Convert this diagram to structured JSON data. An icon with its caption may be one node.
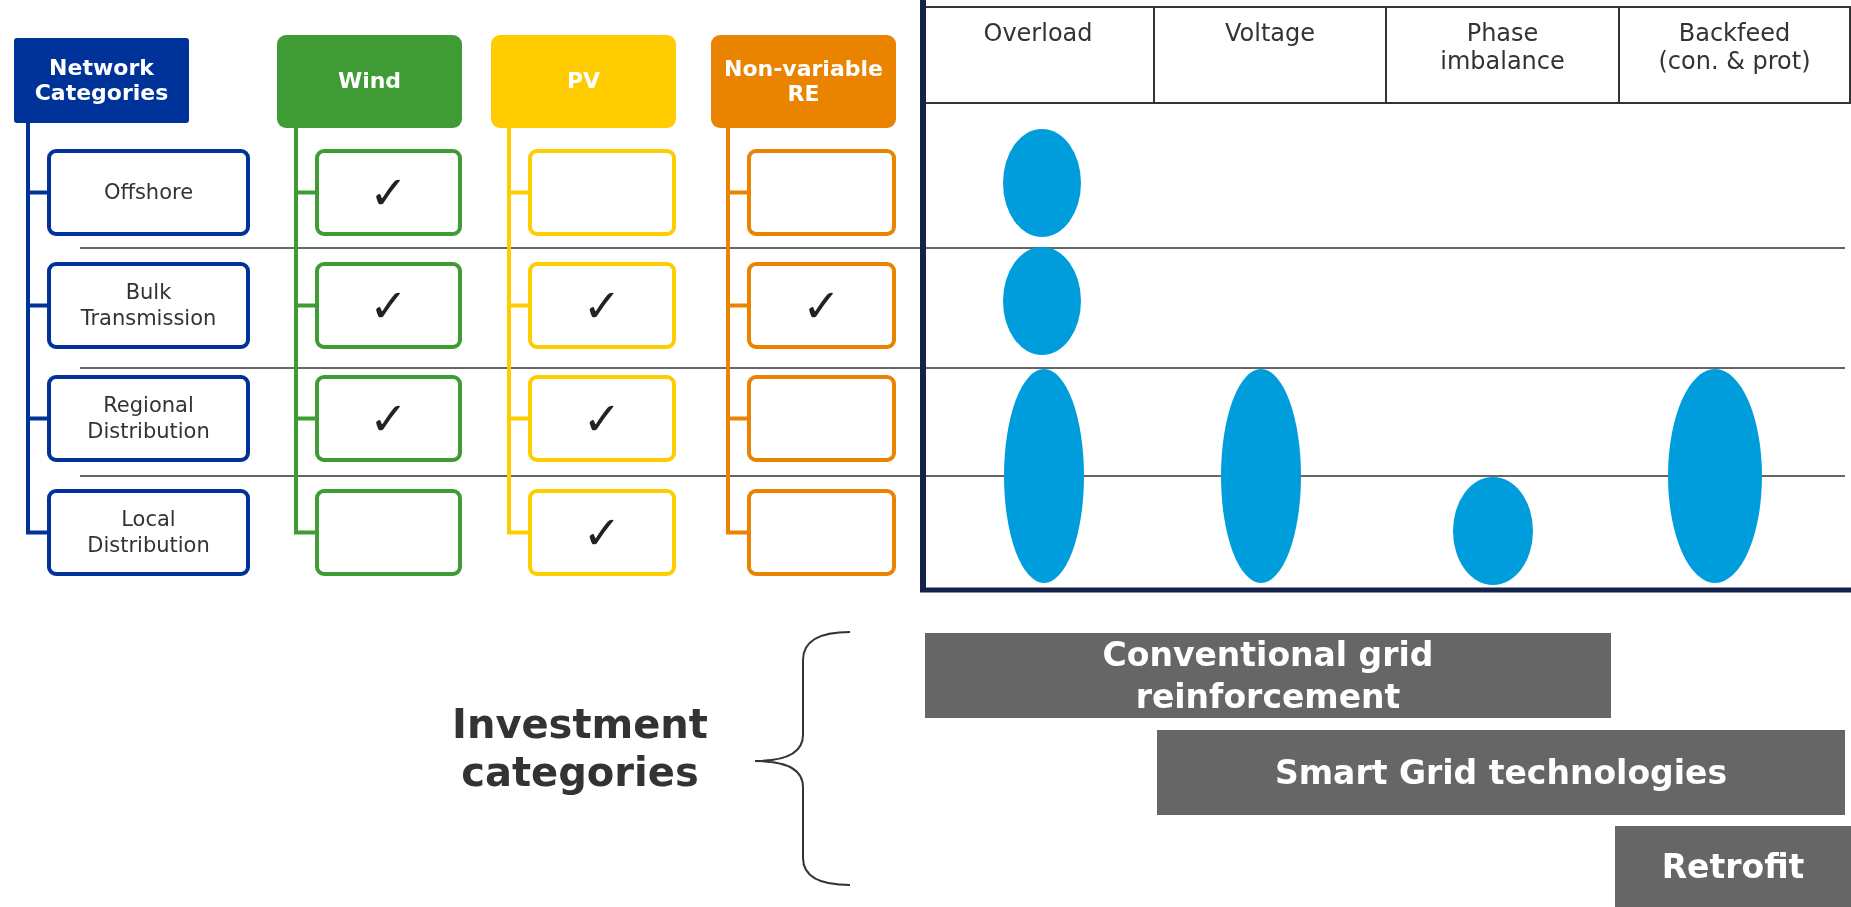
{
  "diagram": {
    "nodes": [
      {
        "text": [
          "Network Categories"
        ]
      },
      {
        "text": [
          "Offshore"
        ]
      },
      {
        "text": [
          "Bulk Transmission"
        ]
      },
      {
        "text": [
          "Regional Distribution"
        ]
      },
      {
        "text": [
          "Local Distribution"
        ]
      },
      {
        "text": [
          "Wind"
        ]
      },
      {
        "text": [
          "✓"
        ]
      },
      {
        "text": [
          "✓"
        ]
      },
      {
        "text": [
          "✓"
        ]
      },
      {
        "text": [],
        "shape": "box"
      },
      {
        "text": [
          "PV"
        ]
      },
      {
        "text": [],
        "shape": "box"
      },
      {
        "text": [
          "✓"
        ]
      },
      {
        "text": [
          "✓"
        ]
      },
      {
        "text": [
          "✓"
        ]
      },
      {
        "text": [
          "Non-variable RE"
        ]
      },
      {
        "text": [],
        "shape": "box"
      },
      {
        "text": [
          "✓"
        ]
      },
      {
        "text": [],
        "shape": "box"
      },
      {
        "text": [],
        "shape": "box"
      },
      {
        "text": [],
        "shape": "ellipse"
      },
      {
        "text": [],
        "shape": "ellipse"
      },
      {
        "text": [],
        "shape": "ellipse"
      },
      {
        "text": [],
        "shape": "ellipse"
      },
      {
        "text": [],
        "shape": "ellipse"
      },
      {
        "text": [],
        "shape": "ellipse"
      },
      {
        "text": [
          "Conventional grid reinforcement"
        ]
      },
      {
        "text": [
          "Smart Grid technologies"
        ]
      },
      {
        "text": [
          "Retrofit"
        ]
      }
    ],
    "edges": [
      {
        "from": 0,
        "to": 1,
        "arrow": "none",
        "color": "#003399"
      },
      {
        "from": 0,
        "to": 2,
        "arrow": "none",
        "color": "#003399"
      },
      {
        "from": 0,
        "to": 3,
        "arrow": "none",
        "color": "#003399"
      },
      {
        "from": 0,
        "to": 4,
        "arrow": "none",
        "color": "#003399"
      },
      {
        "from": 5,
        "to": 6,
        "arrow": "none",
        "color": "#3f9c35"
      },
      {
        "from": 5,
        "to": 7,
        "arrow": "none",
        "color": "#3f9c35"
      },
      {
        "from": 5,
        "to": 8,
        "arrow": "none",
        "color": "#3f9c35"
      },
      {
        "from": 5,
        "to": 9,
        "arrow": "none",
        "color": "#3f9c35"
      },
      {
        "from": 10,
        "to": 11,
        "arrow": "none",
        "color": "#ffcc00"
      },
      {
        "from": 10,
        "to": 12,
        "arrow": "none",
        "color": "#ffcc00"
      },
      {
        "from": 10,
        "to": 13,
        "arrow": "none",
        "color": "#ffcc00"
      },
      {
        "from": 10,
        "to": 14,
        "arrow": "none",
        "color": "#ffcc00"
      },
      {
        "from": 15,
        "to": 16,
        "arrow": "none",
        "color": "#e98300"
      },
      {
        "from": 15,
        "to": 17,
        "arrow": "none",
        "color": "#e98300"
      },
      {
        "from": 15,
        "to": 18,
        "arrow": "none",
        "color": "#e98300"
      },
      {
        "from": 15,
        "to": 19,
        "arrow": "none",
        "color": "#e98300"
      }
    ],
    "labels": [
      "Overload",
      "Voltage",
      "Phase imbalance",
      "Backfeed (con. & prot)",
      "Investment categories"
    ]
  }
}
